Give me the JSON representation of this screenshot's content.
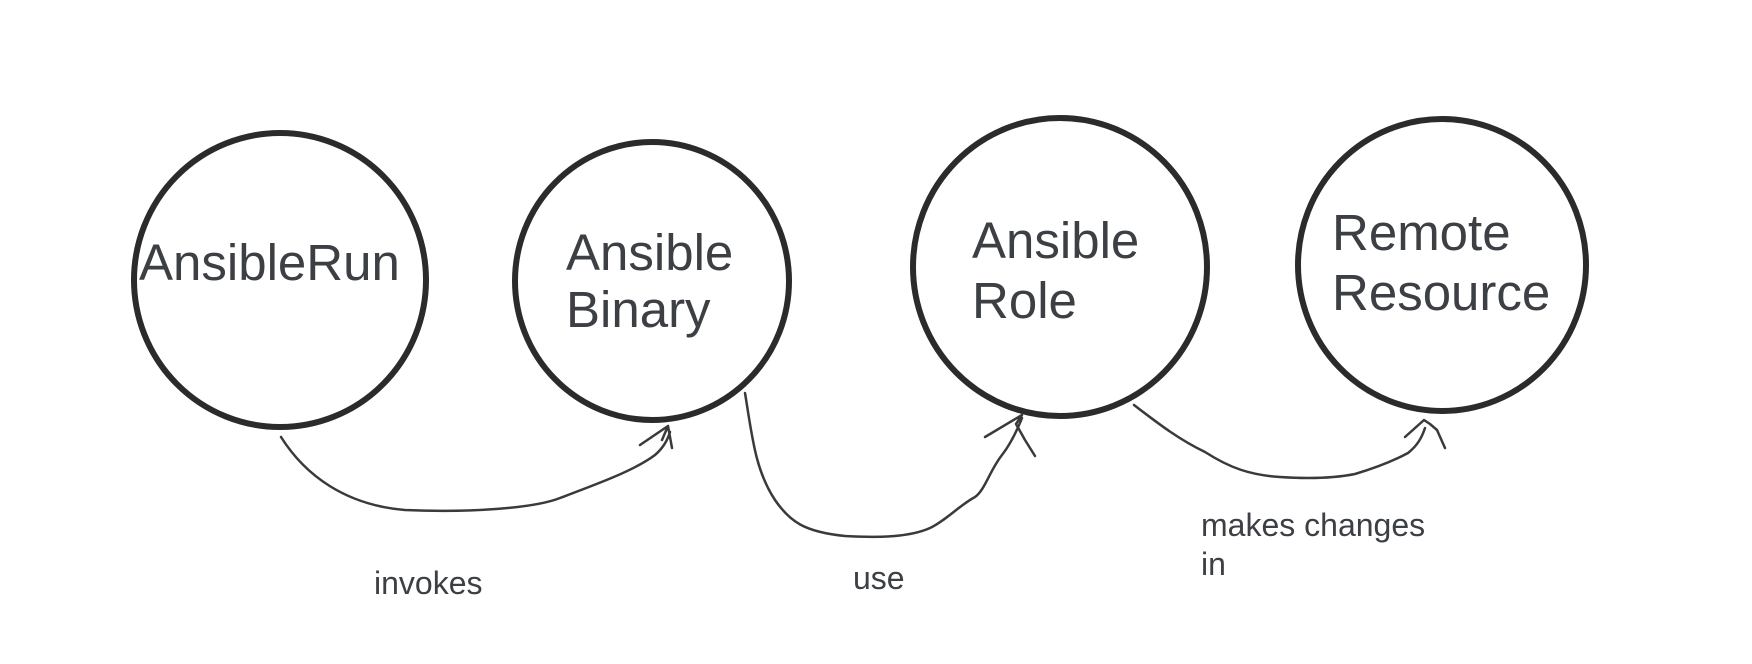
{
  "diagram": {
    "nodes": [
      {
        "id": "ansible-run",
        "lines": [
          "AnsibleRun"
        ]
      },
      {
        "id": "ansible-binary",
        "lines": [
          "Ansible",
          "Binary"
        ]
      },
      {
        "id": "ansible-role",
        "lines": [
          "Ansible",
          "Role"
        ]
      },
      {
        "id": "remote-resource",
        "lines": [
          "Remote",
          "Resource"
        ]
      }
    ],
    "edges": [
      {
        "from": "ansible-run",
        "to": "ansible-binary",
        "label_lines": [
          "invokes"
        ]
      },
      {
        "from": "ansible-binary",
        "to": "ansible-role",
        "label_lines": [
          "use"
        ]
      },
      {
        "from": "ansible-role",
        "to": "remote-resource",
        "label_lines": [
          "makes changes",
          "in"
        ]
      }
    ]
  }
}
